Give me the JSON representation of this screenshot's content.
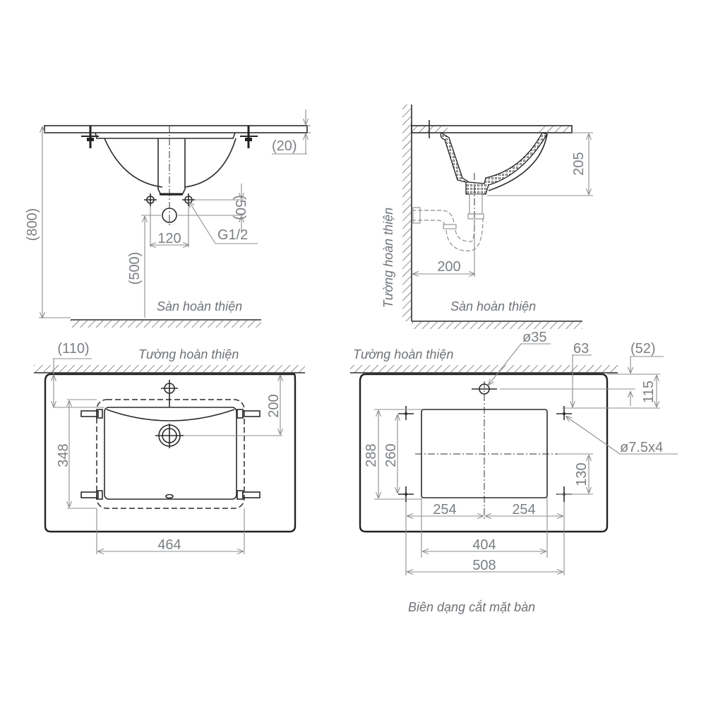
{
  "front_view": {
    "dimensions": {
      "height_total": "(800)",
      "drain_height": "(500)",
      "counter_thickness": "(20)",
      "supply_offset": "(50)",
      "supply_spacing": "120",
      "thread_spec": "G1/2"
    },
    "floor_label": "Sàn hoàn thiện"
  },
  "side_view": {
    "dimensions": {
      "bowl_depth": "205",
      "wall_to_drain": "200"
    },
    "wall_label": "Tường hoàn thiện",
    "floor_label": "Sàn hoàn thiện"
  },
  "top_view": {
    "wall_label": "Tường hoàn thiện",
    "dimensions": {
      "wall_offset": "(110)",
      "faucet_to_drain": "200",
      "bowl_depth": "348",
      "bowl_width": "464"
    }
  },
  "cutout_view": {
    "wall_label": "Tường hoàn thiện",
    "dimensions": {
      "faucet_hole": "ø35",
      "clip_offset": "63",
      "wall_gap": "(52)",
      "faucet_from_edge": "115",
      "clip_holes": "ø7.5x4",
      "clip_spacing_v": "288",
      "cutout_depth": "260",
      "half_depth": "130",
      "half_width_left": "254",
      "half_width_right": "254",
      "cutout_width": "404",
      "clip_spacing_h": "508"
    },
    "caption": "Biên dạng cắt mặt bàn"
  }
}
